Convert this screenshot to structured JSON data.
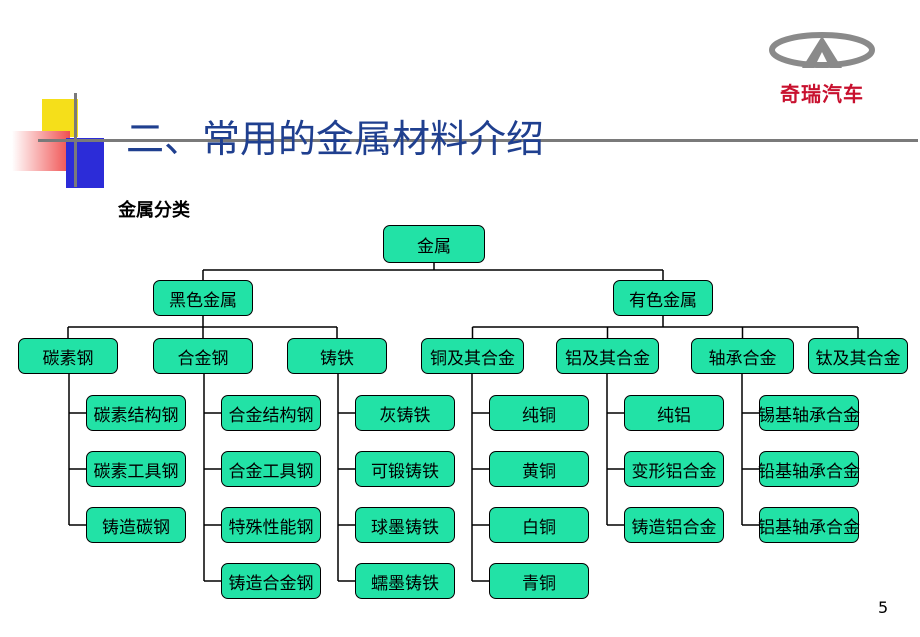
{
  "header": {
    "title": "二、常用的金属材料介绍",
    "subtitle": "金属分类",
    "logo_text": "奇瑞汽车",
    "logo_icon": "chery-logo-icon"
  },
  "diagram": {
    "root": "金属",
    "categories": [
      "黑色金属",
      "有色金属"
    ],
    "ferrous_groups": [
      {
        "label": "碳素钢",
        "items": [
          "碳素结构钢",
          "碳素工具钢",
          "铸造碳钢"
        ]
      },
      {
        "label": "合金钢",
        "items": [
          "合金结构钢",
          "合金工具钢",
          "特殊性能钢",
          "铸造合金钢"
        ]
      },
      {
        "label": "铸铁",
        "items": [
          "灰铸铁",
          "可锻铸铁",
          "球墨铸铁",
          "蠕墨铸铁"
        ]
      }
    ],
    "nonferrous_groups": [
      {
        "label": "铜及其合金",
        "items": [
          "纯铜",
          "黄铜",
          "白铜",
          "青铜"
        ]
      },
      {
        "label": "铝及其合金",
        "items": [
          "纯铝",
          "变形铝合金",
          "铸造铝合金"
        ]
      },
      {
        "label": "轴承合金",
        "items": [
          "锡基轴承合金",
          "铅基轴承合金",
          "铝基轴承合金"
        ]
      },
      {
        "label": "钛及其合金",
        "items": []
      }
    ]
  },
  "footer": {
    "page_number": "5"
  },
  "colors": {
    "node_fill": "#22e2a6",
    "title": "#1f3f8f",
    "brand": "#c8102e"
  }
}
